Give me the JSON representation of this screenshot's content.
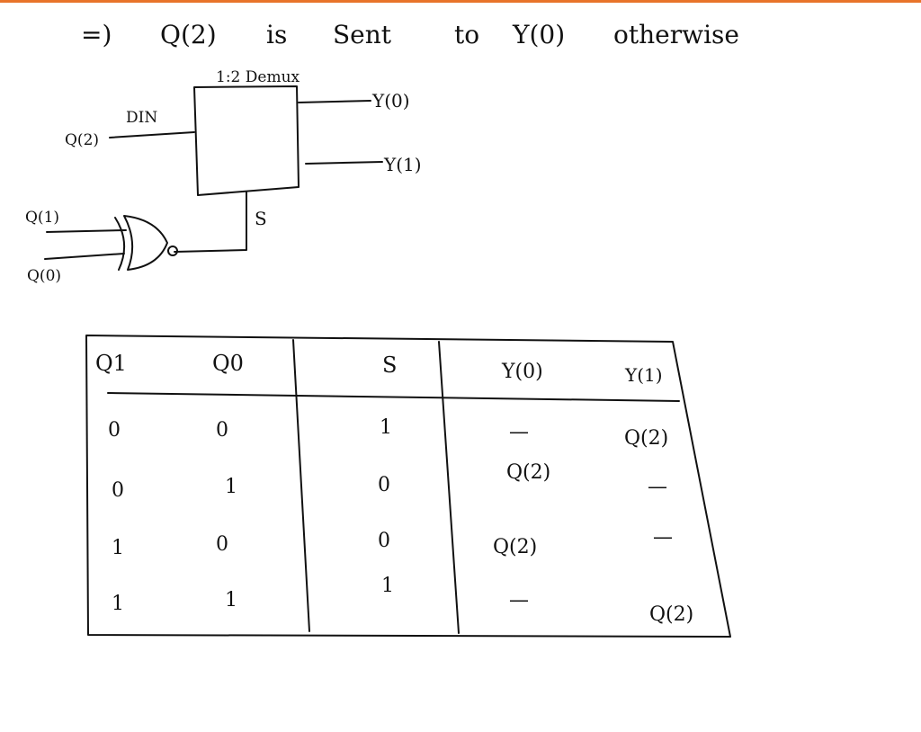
{
  "accent_color": "#e8742a",
  "note": {
    "arrow": "=)",
    "words": [
      "Q(2)",
      "is",
      "Sent",
      "to",
      "Y(0)",
      "otherwise"
    ]
  },
  "circuit": {
    "demux_label": "1:2 Demux",
    "data_in_label": "DIN",
    "input_signal": "Q(2)",
    "output_0": "Y(0)",
    "output_1": "Y(1)",
    "select_label": "S",
    "gate_input_1": "Q(1)",
    "gate_input_0": "Q(0)",
    "gate_type": "xnor-gate-icon"
  },
  "table": {
    "headers": [
      "Q1",
      "Q0",
      "S",
      "Y(0)",
      "Y(1)"
    ],
    "rows": [
      [
        "0",
        "0",
        "1",
        "—",
        "Q(2)"
      ],
      [
        "0",
        "1",
        "0",
        "Q(2)",
        "—"
      ],
      [
        "1",
        "0",
        "0",
        "Q(2)",
        "—"
      ],
      [
        "1",
        "1",
        "1",
        "—",
        "Q(2)"
      ]
    ]
  }
}
